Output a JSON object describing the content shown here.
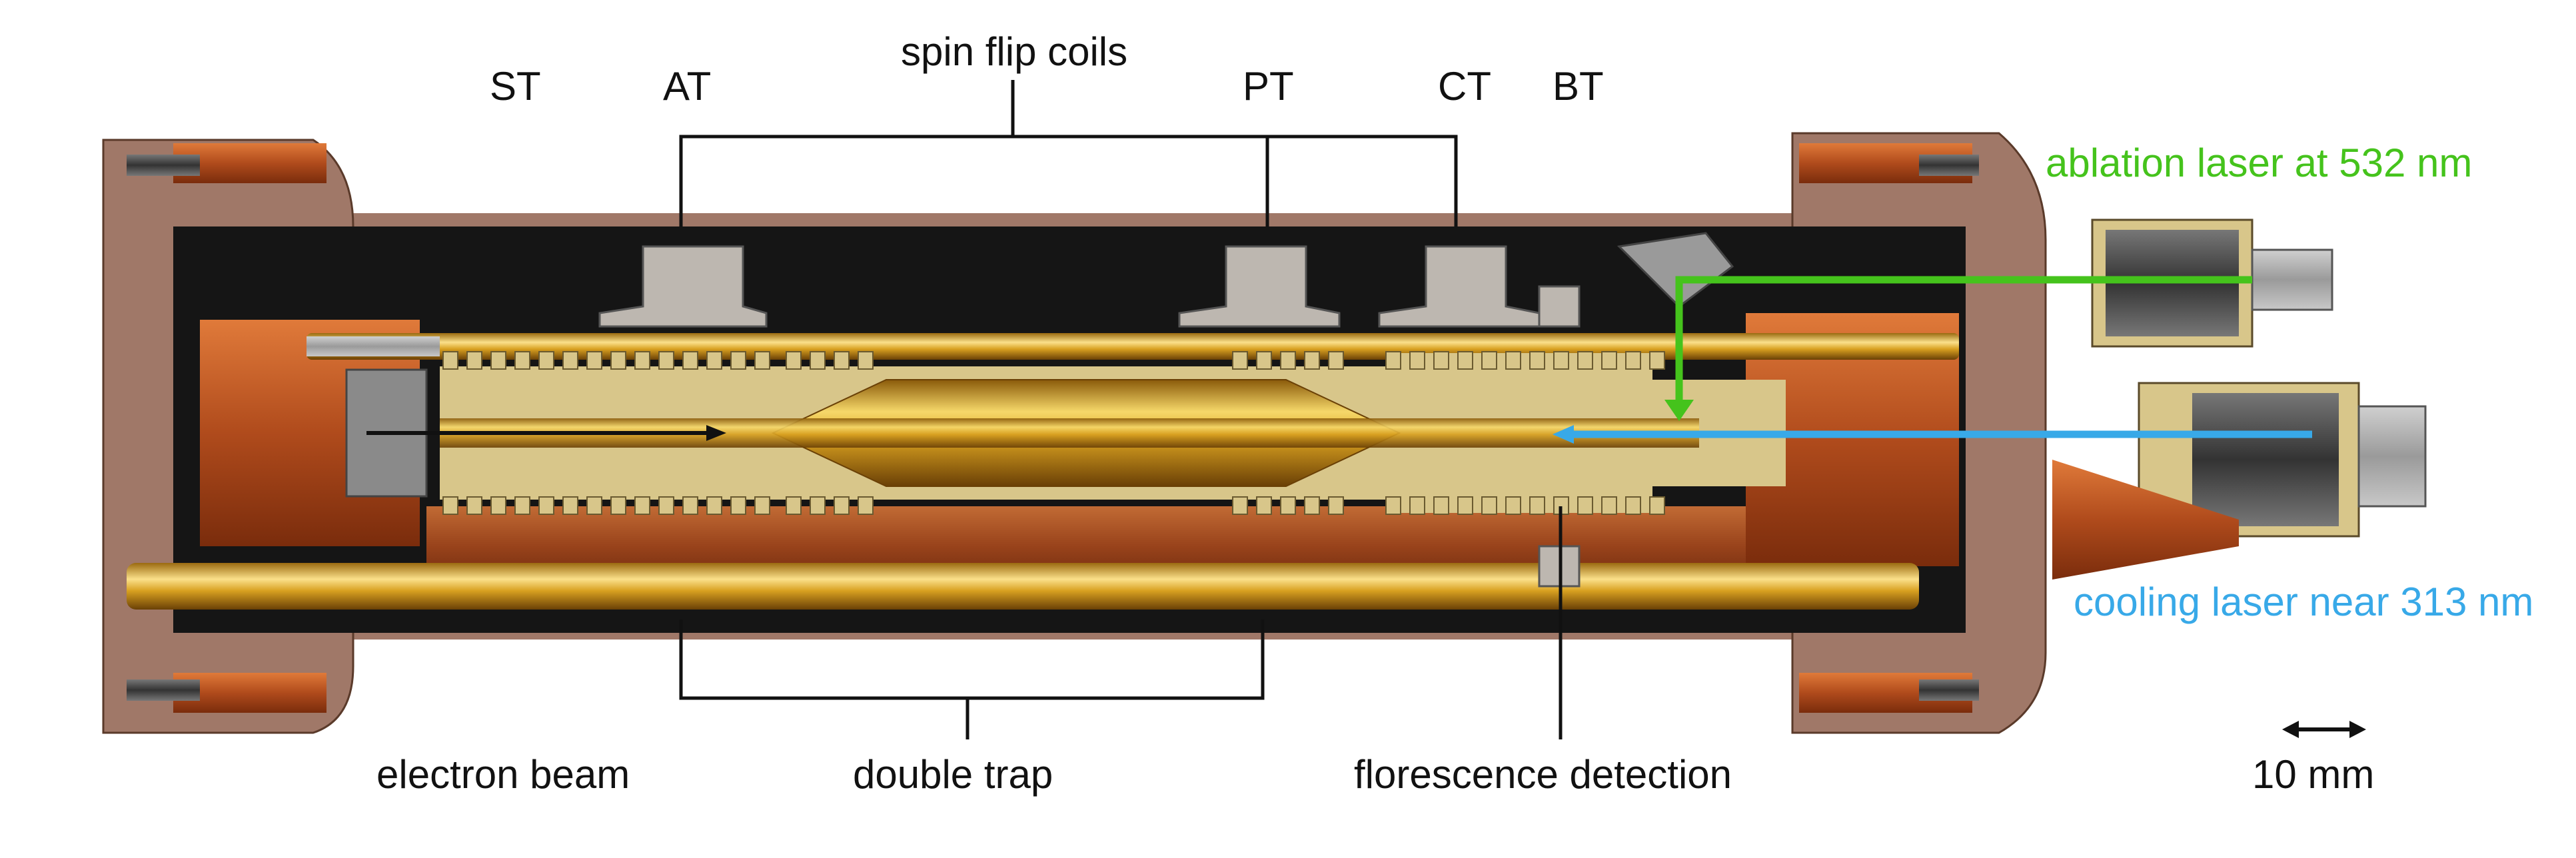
{
  "labels": {
    "st": "ST",
    "at": "AT",
    "spin_flip_coils": "spin flip coils",
    "pt": "PT",
    "ct": "CT",
    "bt": "BT",
    "ablation_laser": "ablation laser at 532 nm",
    "cooling_laser": "cooling laser near 313 nm",
    "electron_beam": "electron beam",
    "double_trap": "double trap",
    "florescence_detection": "florescence detection",
    "scale_bar": "10 mm"
  },
  "colors": {
    "copper": "#b04b1c",
    "copper_light": "#e07a3a",
    "stone": "#a07868",
    "gold": "#d8a020",
    "gold_light": "#f6d86a",
    "electrode": "#d8c68a",
    "ablation_laser": "#45c31c",
    "cooling_laser": "#38a9e8"
  }
}
